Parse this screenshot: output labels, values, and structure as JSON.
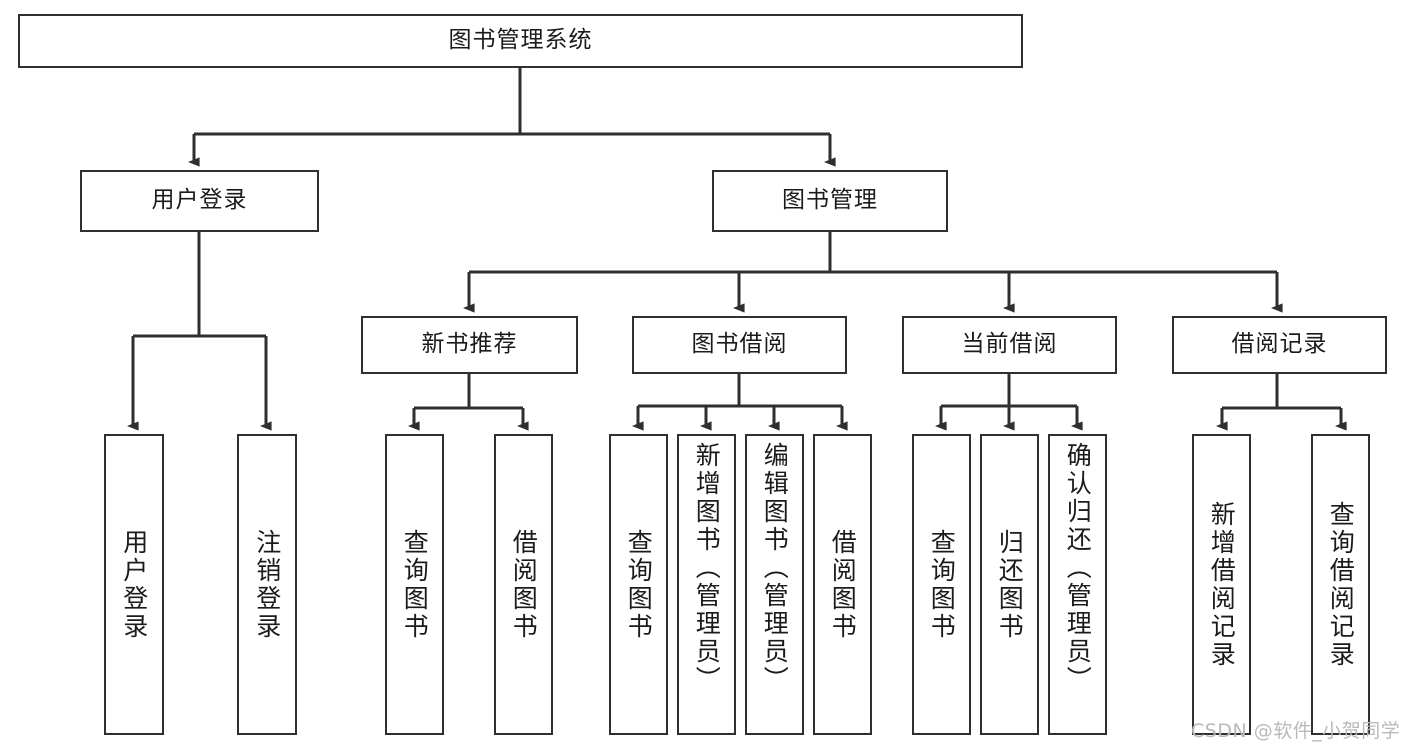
{
  "diagram": {
    "type": "tree-hierarchy",
    "title": "图书管理系统",
    "root": {
      "id": "root",
      "label": "图书管理系统"
    },
    "level2": [
      {
        "id": "user-login",
        "label": "用户登录"
      },
      {
        "id": "book-manage",
        "label": "图书管理"
      }
    ],
    "level3": [
      {
        "id": "new-book-recommend",
        "label": "新书推荐",
        "parent": "book-manage"
      },
      {
        "id": "book-borrow",
        "label": "图书借阅",
        "parent": "book-manage"
      },
      {
        "id": "current-borrow",
        "label": "当前借阅",
        "parent": "book-manage"
      },
      {
        "id": "borrow-record",
        "label": "借阅记录",
        "parent": "book-manage"
      }
    ],
    "leaves": {
      "user-login": [
        {
          "id": "leaf-user-login",
          "label": "用户登录"
        },
        {
          "id": "leaf-logout-login",
          "label": "注销登录"
        }
      ],
      "new-book-recommend": [
        {
          "id": "leaf-query-book-1",
          "label": "查询图书"
        },
        {
          "id": "leaf-borrow-book-1",
          "label": "借阅图书"
        }
      ],
      "book-borrow": [
        {
          "id": "leaf-query-book-2",
          "label": "查询图书"
        },
        {
          "id": "leaf-add-book",
          "label": "新增图书（管理员）"
        },
        {
          "id": "leaf-edit-book",
          "label": "编辑图书（管理员）"
        },
        {
          "id": "leaf-borrow-book-2",
          "label": "借阅图书"
        }
      ],
      "current-borrow": [
        {
          "id": "leaf-query-book-3",
          "label": "查询图书"
        },
        {
          "id": "leaf-return-book",
          "label": "归还图书"
        },
        {
          "id": "leaf-confirm-return",
          "label": "确认归还（管理员）"
        }
      ],
      "borrow-record": [
        {
          "id": "leaf-add-record",
          "label": "新增借阅记录"
        },
        {
          "id": "leaf-query-record",
          "label": "查询借阅记录"
        }
      ]
    }
  },
  "watermark": {
    "text": "CSDN @软件_小贺同学"
  },
  "colors": {
    "box_border": "#2f2f2f",
    "box_fill": "#ffffff",
    "text": "#1b1b1b",
    "connector": "#2f2f2f",
    "watermark": "#b9b9b9"
  }
}
